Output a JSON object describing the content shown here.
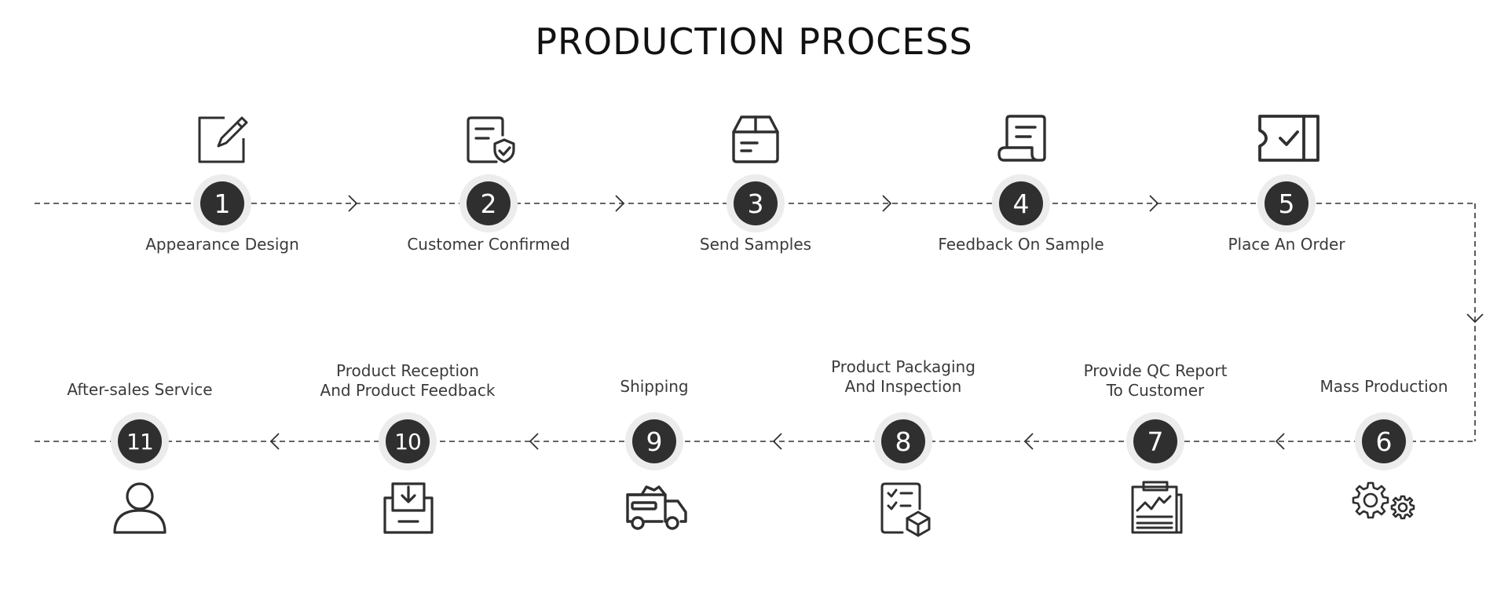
{
  "title": "PRODUCTION PROCESS",
  "steps": [
    {
      "number": "1",
      "label": "Appearance Design",
      "icon": "edit-pencil-icon"
    },
    {
      "number": "2",
      "label": "Customer Confirmed",
      "icon": "document-shield-icon"
    },
    {
      "number": "3",
      "label": "Send Samples",
      "icon": "package-box-icon"
    },
    {
      "number": "4",
      "label": "Feedback On Sample",
      "icon": "scroll-document-icon"
    },
    {
      "number": "5",
      "label": "Place An Order",
      "icon": "ticket-check-icon"
    },
    {
      "number": "6",
      "label": "Mass Production",
      "icon": "gears-icon"
    },
    {
      "number": "7",
      "label": "Provide QC Report To Customer",
      "line1": "Provide QC Report",
      "line2": "To Customer",
      "icon": "report-chart-icon"
    },
    {
      "number": "8",
      "label": "Product Packaging And Inspection",
      "line1": "Product Packaging",
      "line2": "And Inspection",
      "icon": "checklist-box-icon"
    },
    {
      "number": "9",
      "label": "Shipping",
      "icon": "delivery-truck-icon"
    },
    {
      "number": "10",
      "label": "Product Reception And Product Feedback",
      "line1": "Product Reception",
      "line2": "And Product Feedback",
      "icon": "inbox-download-icon"
    },
    {
      "number": "11",
      "label": "After-sales Service",
      "icon": "user-icon"
    }
  ],
  "colors": {
    "circle": "#2f2f2f",
    "ring": "#ececec",
    "line": "#333333",
    "text": "#3a3a3a"
  }
}
